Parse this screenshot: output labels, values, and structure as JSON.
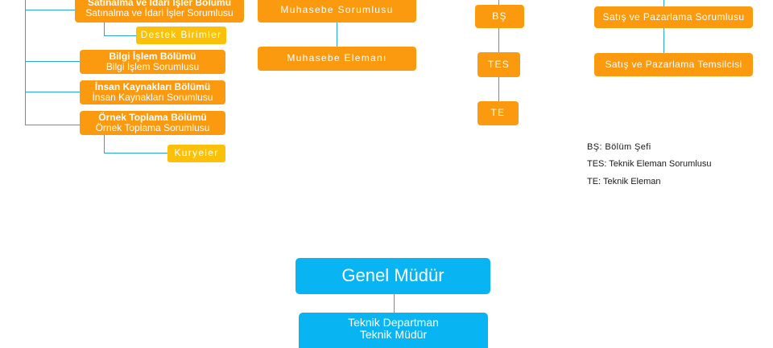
{
  "left_column": {
    "satinalma": {
      "title": "Satınalma ve İdari İşler Bölümü",
      "subtitle": "Satınalma ve İdari İşler Sorumlusu"
    },
    "destek": "Destek Birimler",
    "bilgi": {
      "title": "Bilgi İşlem Bölümü",
      "subtitle": "Bilgi İşlem Sorumlusu"
    },
    "insan": {
      "title": "İnsan Kaynakları Bölümü",
      "subtitle": "İnsan Kaynakları Sorumlusu"
    },
    "ornek": {
      "title": "Örnek Toplama Bölümü",
      "subtitle": "Örnek Toplama Sorumlusu"
    },
    "kuryeler": "Kuryeler"
  },
  "muhasebe": {
    "sorumlusu": "Muhasebe Sorumlusu",
    "elemani": "Muhasebe Elemanı"
  },
  "teknik_hierarchy": {
    "bs": "BŞ",
    "tes": "TES",
    "te": "TE"
  },
  "satis": {
    "sorumlusu": "Satış ve Pazarlama  Sorumlusu",
    "temsilcisi": "Satış ve Pazarlama Temsilcisi"
  },
  "legend": [
    "BŞ: Bölüm Şefi",
    "TES: Teknik Eleman Sorumlusu",
    "TE: Teknik Eleman"
  ],
  "bottom": {
    "genel_mudur": "Genel Müdür",
    "teknik_departman": "Teknik Departman",
    "teknik_mudur": "Teknik Müdür"
  },
  "colors": {
    "orange": "#fb9a0e",
    "yellow": "#fbc10a",
    "blue": "#08b4f2",
    "connector": "#2aa6d9"
  }
}
